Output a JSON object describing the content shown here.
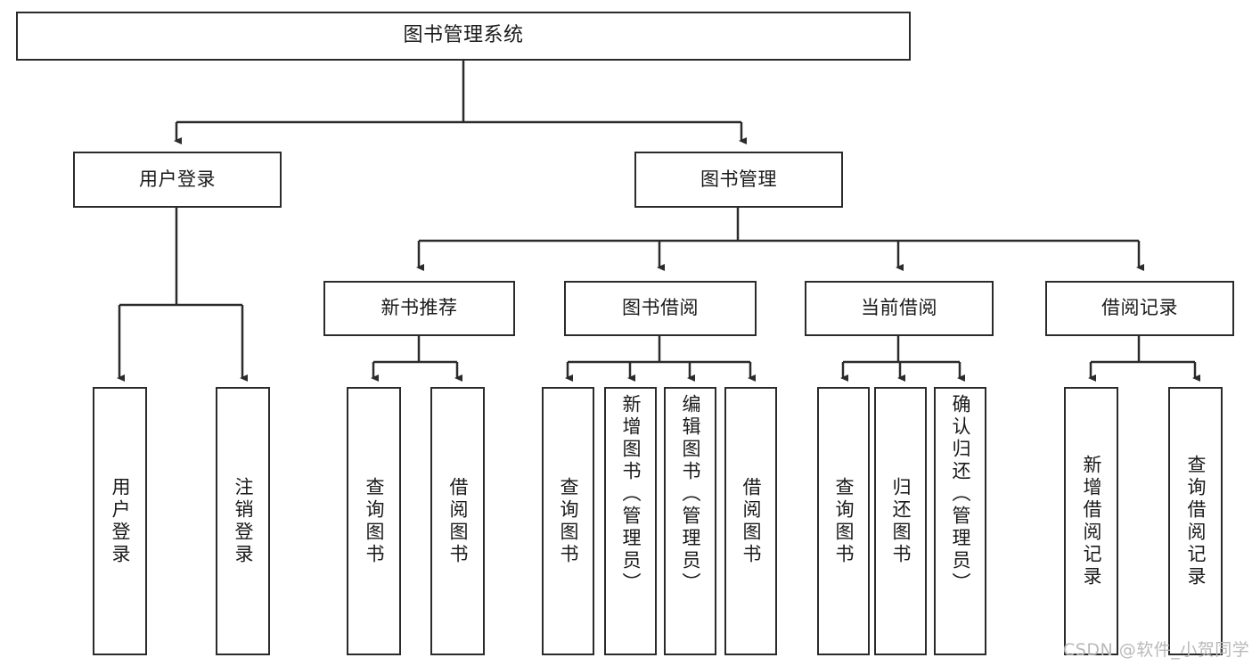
{
  "diagram": {
    "type": "hierarchy-tree",
    "title": "图书管理系统",
    "colors": {
      "stroke": "#2b2b2b",
      "fill": "#ffffff",
      "text": "#1a1a1a",
      "watermark": "#b9b9b9"
    },
    "root": {
      "label": "图书管理系统"
    },
    "level2": [
      {
        "label": "用户登录"
      },
      {
        "label": "图书管理"
      }
    ],
    "level3": [
      {
        "label": "新书推荐"
      },
      {
        "label": "图书借阅"
      },
      {
        "label": "当前借阅"
      },
      {
        "label": "借阅记录"
      }
    ],
    "leaves": {
      "user_login": [
        {
          "label": "用户登录"
        },
        {
          "label": "注销登录"
        }
      ],
      "new_book": [
        {
          "label": "查询图书"
        },
        {
          "label": "借阅图书"
        }
      ],
      "book_borrow": [
        {
          "label": "查询图书"
        },
        {
          "label": "新增图书（管理员）"
        },
        {
          "label": "编辑图书（管理员）"
        },
        {
          "label": "借阅图书"
        }
      ],
      "current_borrow": [
        {
          "label": "查询图书"
        },
        {
          "label": "归还图书"
        },
        {
          "label": "确认归还（管理员）"
        }
      ],
      "borrow_record": [
        {
          "label": "新增借阅记录"
        },
        {
          "label": "查询借阅记录"
        }
      ]
    }
  },
  "watermark": {
    "text": "CSDN @软件_小贺同学"
  }
}
